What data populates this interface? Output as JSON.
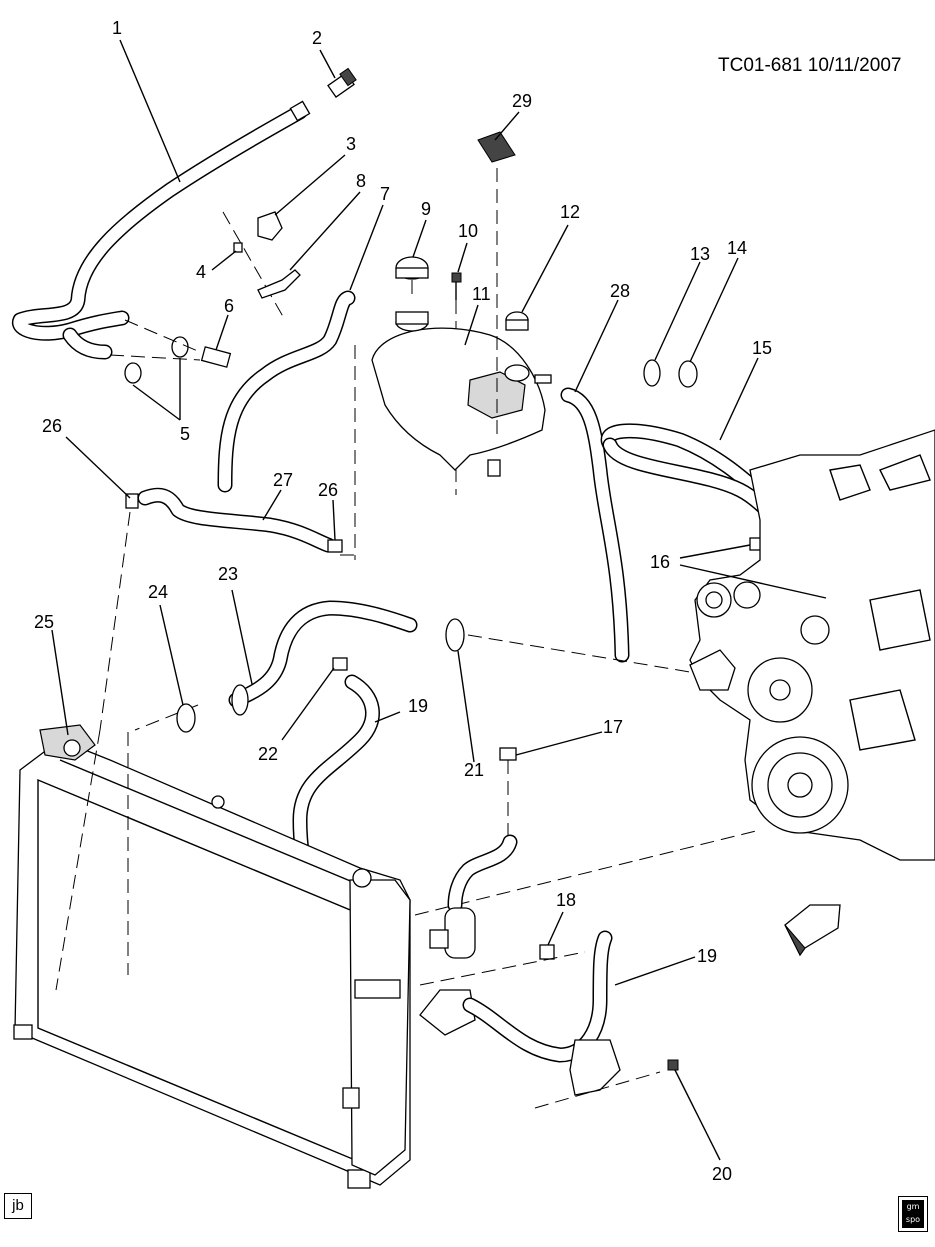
{
  "header": {
    "code": "TC01-681  10/11/2007"
  },
  "corner": {
    "left_tag": "jb",
    "logo_top": "gm",
    "logo_bottom": "spo"
  },
  "callouts": [
    {
      "id": "c1",
      "text": "1"
    },
    {
      "id": "c2",
      "text": "2"
    },
    {
      "id": "c3",
      "text": "3"
    },
    {
      "id": "c4",
      "text": "4"
    },
    {
      "id": "c5",
      "text": "5"
    },
    {
      "id": "c6",
      "text": "6"
    },
    {
      "id": "c7",
      "text": "7"
    },
    {
      "id": "c8",
      "text": "8"
    },
    {
      "id": "c9",
      "text": "9"
    },
    {
      "id": "c10",
      "text": "10"
    },
    {
      "id": "c11",
      "text": "11"
    },
    {
      "id": "c12",
      "text": "12"
    },
    {
      "id": "c13",
      "text": "13"
    },
    {
      "id": "c14",
      "text": "14"
    },
    {
      "id": "c15",
      "text": "15"
    },
    {
      "id": "c16",
      "text": "16"
    },
    {
      "id": "c17",
      "text": "17"
    },
    {
      "id": "c18",
      "text": "18"
    },
    {
      "id": "c19a",
      "text": "19"
    },
    {
      "id": "c19b",
      "text": "19"
    },
    {
      "id": "c20",
      "text": "20"
    },
    {
      "id": "c21",
      "text": "21"
    },
    {
      "id": "c22",
      "text": "22"
    },
    {
      "id": "c23",
      "text": "23"
    },
    {
      "id": "c24",
      "text": "24"
    },
    {
      "id": "c25",
      "text": "25"
    },
    {
      "id": "c26a",
      "text": "26"
    },
    {
      "id": "c26b",
      "text": "26"
    },
    {
      "id": "c27",
      "text": "27"
    },
    {
      "id": "c28",
      "text": "28"
    },
    {
      "id": "c29",
      "text": "29"
    }
  ]
}
